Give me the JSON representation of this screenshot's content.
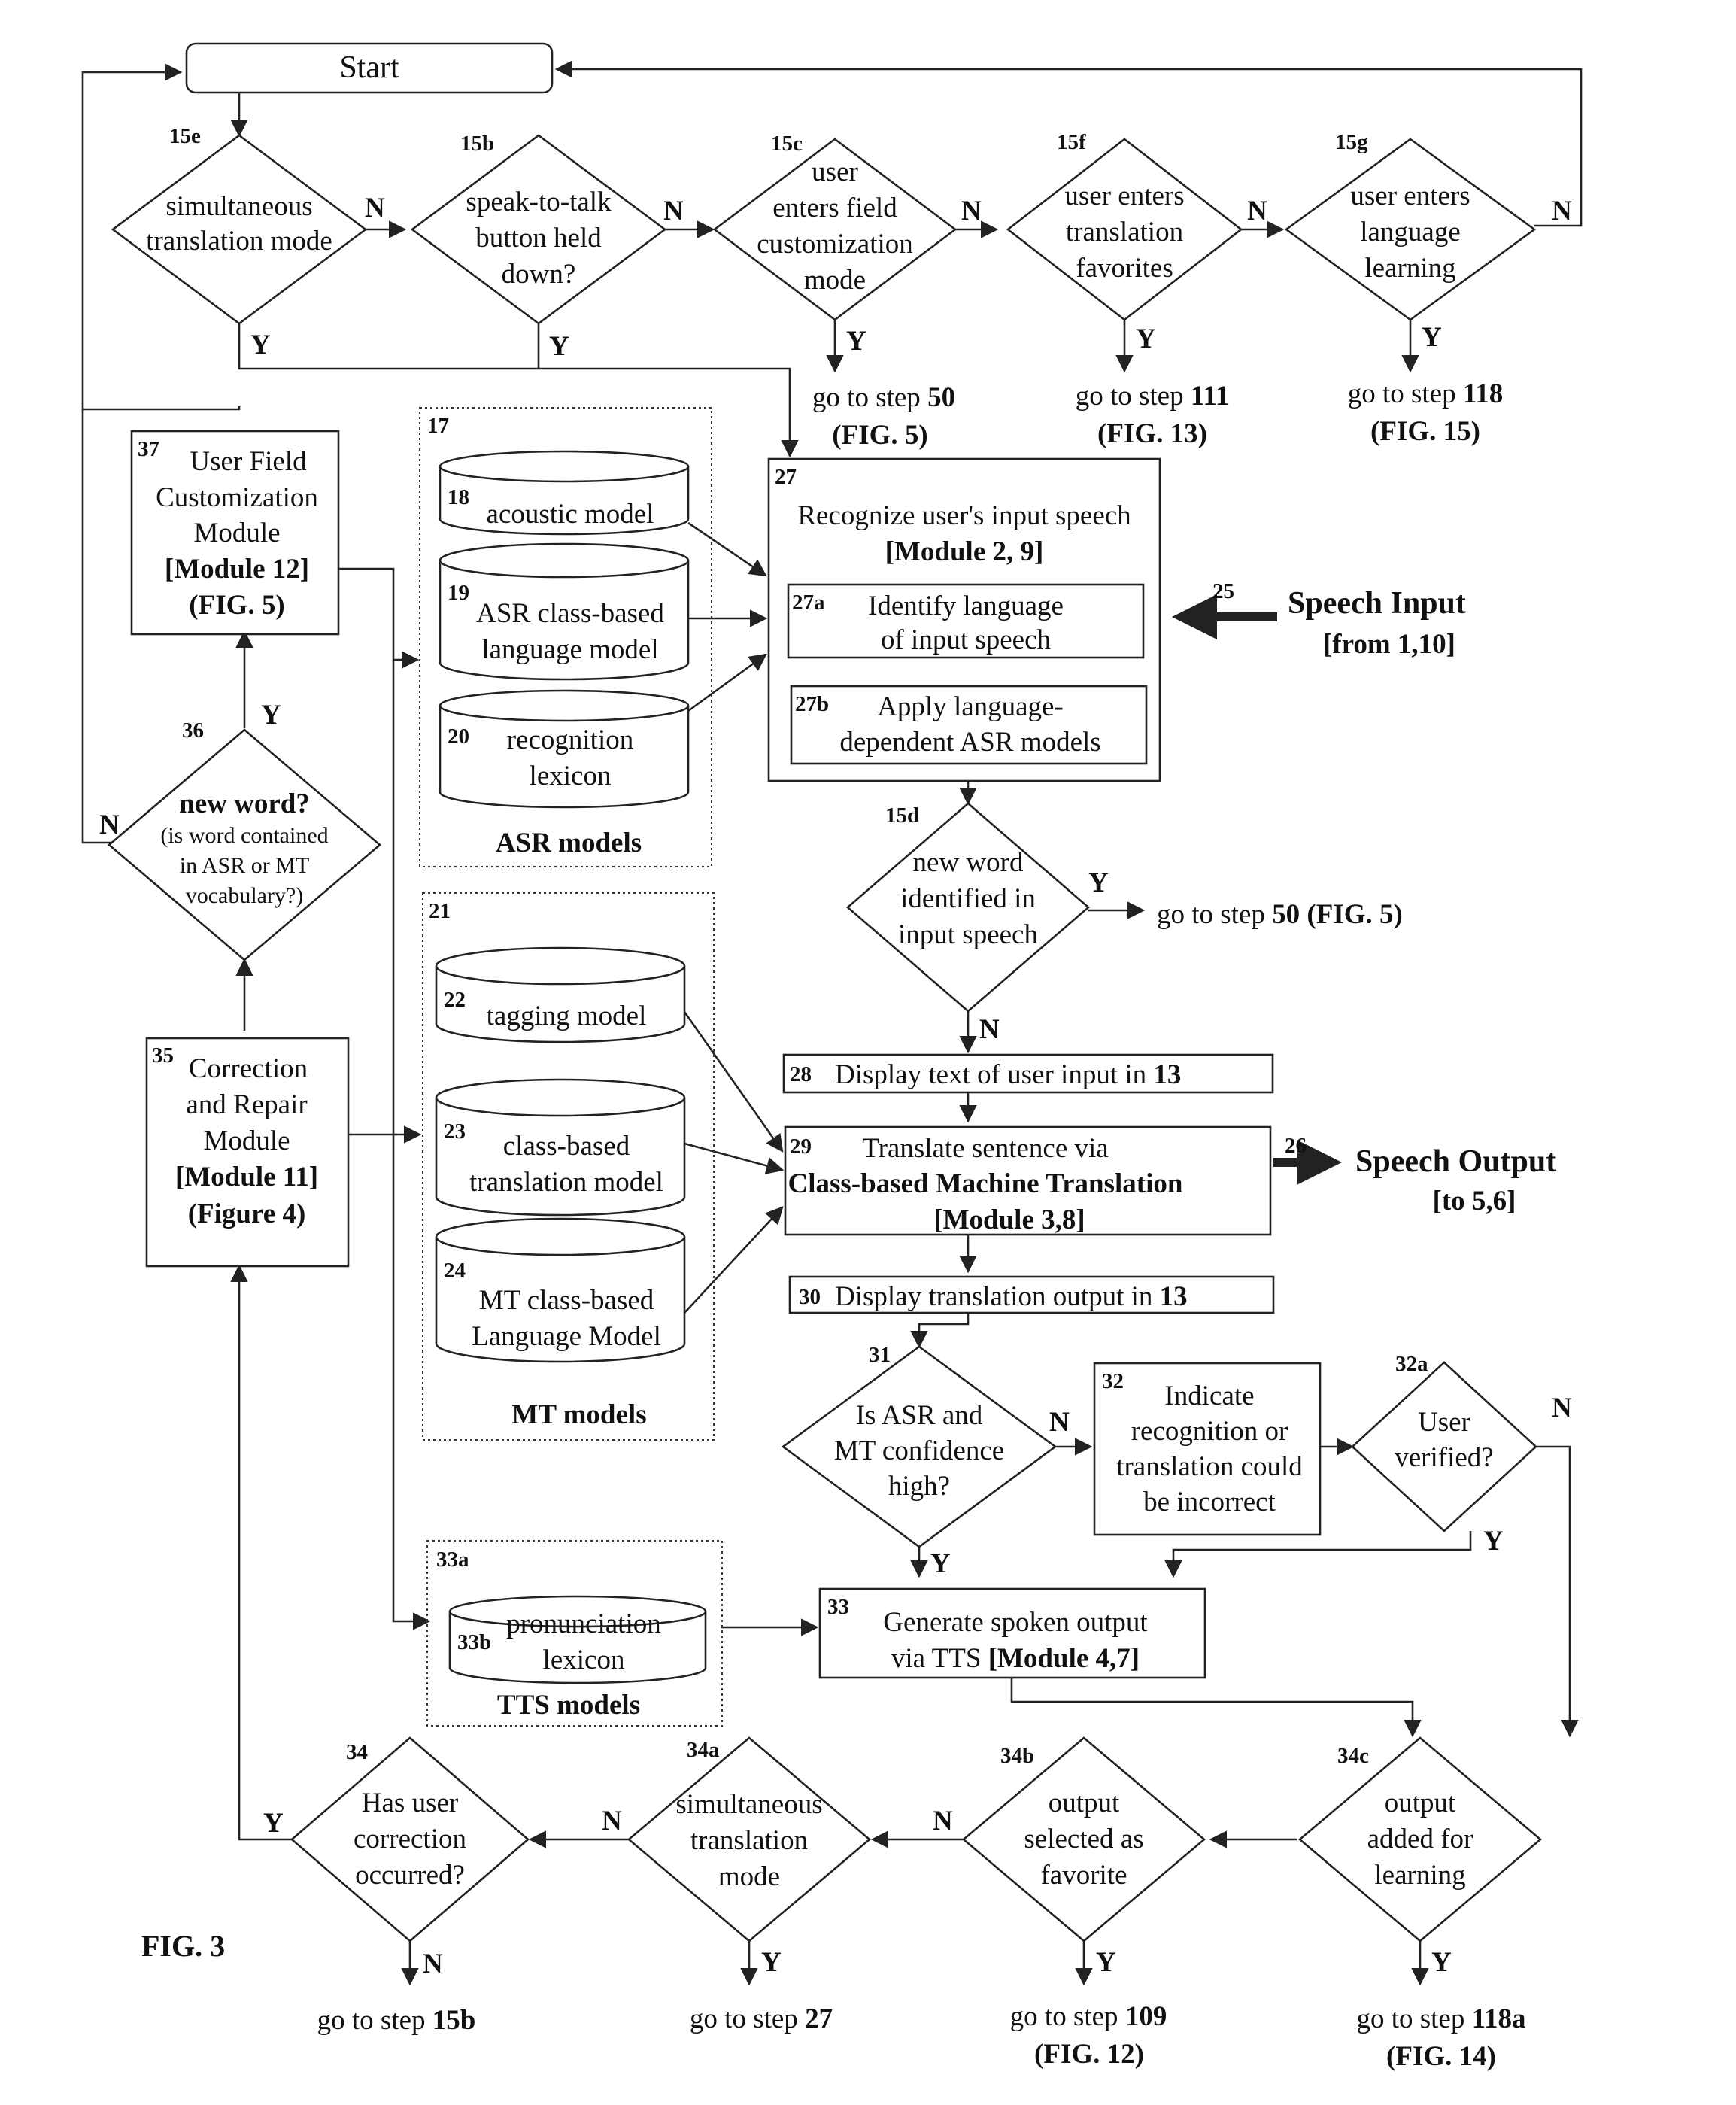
{
  "start": "Start",
  "fig_label": "FIG. 3",
  "yes": "Y",
  "no": "N",
  "decisions": {
    "d15e": {
      "ref": "15e",
      "lines": [
        "simultaneous",
        "translation mode"
      ]
    },
    "d15b": {
      "ref": "15b",
      "lines": [
        "speak-to-talk",
        "button held",
        "down?"
      ]
    },
    "d15c": {
      "ref": "15c",
      "lines": [
        "user",
        "enters field",
        "customization",
        "mode"
      ]
    },
    "d15f": {
      "ref": "15f",
      "lines": [
        "user enters",
        "translation",
        "favorites"
      ]
    },
    "d15g": {
      "ref": "15g",
      "lines": [
        "user enters",
        "language",
        "learning"
      ]
    },
    "d15d": {
      "ref": "15d",
      "lines": [
        "new word",
        "identified in",
        "input speech"
      ]
    },
    "d36": {
      "ref": "36",
      "lines": [
        "new word?",
        "(is word contained",
        "in ASR or MT",
        "vocabulary?)"
      ]
    },
    "d31": {
      "ref": "31",
      "lines": [
        "Is ASR and",
        "MT confidence",
        "high?"
      ]
    },
    "d32a": {
      "ref": "32a",
      "lines": [
        "User",
        "verified?"
      ]
    },
    "d34": {
      "ref": "34",
      "lines": [
        "Has user",
        "correction",
        "occurred?"
      ]
    },
    "d34a": {
      "ref": "34a",
      "lines": [
        "simultaneous",
        "translation",
        "mode"
      ]
    },
    "d34b": {
      "ref": "34b",
      "lines": [
        "output",
        "selected as",
        "favorite"
      ]
    },
    "d34c": {
      "ref": "34c",
      "lines": [
        "output",
        "added for",
        "learning"
      ]
    }
  },
  "gotos": {
    "g50": {
      "text": "go to step ",
      "step": "50",
      "fig": "(FIG. 5)"
    },
    "g111": {
      "text": "go to step ",
      "step": "111",
      "fig": "(FIG. 13)"
    },
    "g118": {
      "text": "go to step ",
      "step": "118",
      "fig": "(FIG. 15)"
    },
    "g50b": {
      "text": "go to step ",
      "step": "50",
      "fig": " (FIG. 5)"
    },
    "g15b": {
      "text": "go to step ",
      "step": "15b"
    },
    "g27": {
      "text": "go to step ",
      "step": "27"
    },
    "g109": {
      "text": "go to step ",
      "step": "109",
      "fig": "(FIG. 12)"
    },
    "g118a": {
      "text": "go to step ",
      "step": "118a",
      "fig": "(FIG. 14)"
    }
  },
  "boxes": {
    "b37": {
      "ref": "37",
      "l1": "User Field",
      "l2": "Customization",
      "l3": "Module",
      "l4": "[Module 12]",
      "l5": "(FIG. 5)"
    },
    "b35": {
      "ref": "35",
      "l1": "Correction",
      "l2": "and Repair",
      "l3": "Module",
      "l4": "[Module 11]",
      "l5": "(Figure 4)"
    },
    "b27": {
      "ref": "27",
      "l1": "Recognize user's input speech",
      "l2": "[Module 2, 9]"
    },
    "b27a": {
      "ref": "27a",
      "l1": "Identify language",
      "l2": "of input speech"
    },
    "b27b": {
      "ref": "27b",
      "l1": "Apply language-",
      "l2": "dependent ASR models"
    },
    "b28": {
      "ref": "28",
      "text": "Display text of user input in ",
      "bold": "13"
    },
    "b29": {
      "ref": "29",
      "l1": "Translate sentence via",
      "l2": "Class-based Machine Translation",
      "l3": "[Module 3,8]"
    },
    "b30": {
      "ref": "30",
      "text": "Display translation output in ",
      "bold": "13"
    },
    "b32": {
      "ref": "32",
      "l1": "Indicate",
      "l2": "recognition or",
      "l3": "translation could",
      "l4": "be incorrect"
    },
    "b33": {
      "ref": "33",
      "l1": "Generate spoken output",
      "l2a": "via TTS ",
      "l2b": "[Module 4,7]"
    }
  },
  "groups": {
    "asr": {
      "ref": "17",
      "label": "ASR models"
    },
    "mt": {
      "ref": "21",
      "label": "MT models"
    },
    "tts": {
      "ref": "33a",
      "label": "TTS models"
    }
  },
  "cylinders": {
    "c18": {
      "ref": "18",
      "l1": "acoustic model"
    },
    "c19": {
      "ref": "19",
      "l1": "ASR class-based",
      "l2": "language model"
    },
    "c20": {
      "ref": "20",
      "l1": "recognition",
      "l2": "lexicon"
    },
    "c22": {
      "ref": "22",
      "l1": "tagging model"
    },
    "c23": {
      "ref": "23",
      "l1": "class-based",
      "l2": "translation model"
    },
    "c24": {
      "ref": "24",
      "l1": "MT class-based",
      "l2": "Language Model"
    },
    "c33b": {
      "ref": "33b",
      "l1": "pronunciation",
      "l2": "lexicon"
    }
  },
  "io": {
    "speech_in": {
      "ref": "25",
      "title": "Speech Input",
      "sub": "[from 1,10]"
    },
    "speech_out": {
      "ref": "26",
      "title": "Speech Output",
      "sub": "[to 5,6]"
    }
  }
}
